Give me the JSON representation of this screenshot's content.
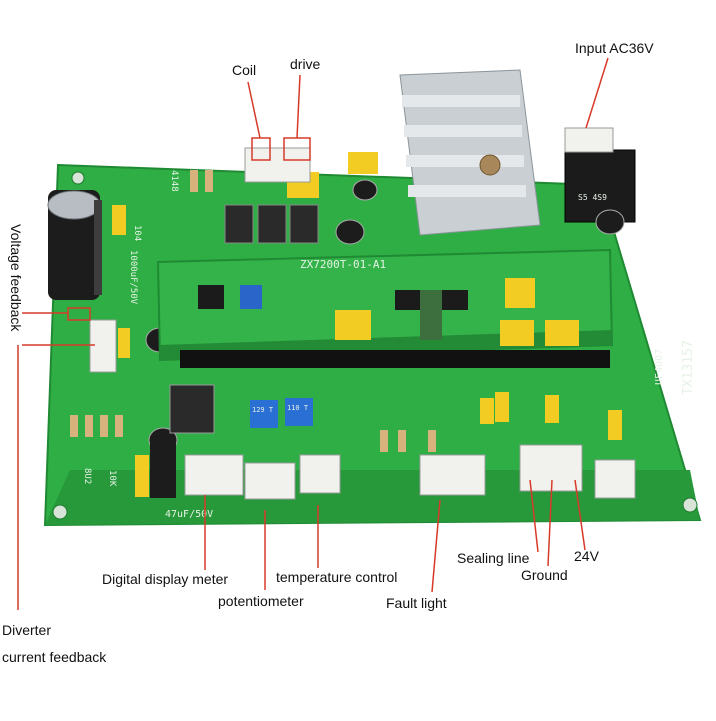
{
  "annotations": {
    "coil": "Coil",
    "drive": "drive",
    "input": "Input AC36V",
    "voltage_feedback": "Voltage feedback",
    "digital_display": "Digital display meter",
    "potentiometer": "potentiometer",
    "temperature": "temperature control",
    "fault_light": "Fault light",
    "sealing_line": "Sealing line",
    "ground": "Ground",
    "v24": "24V",
    "diverter": "Diverter",
    "current_feedback": "current feedback"
  },
  "silkscreen": {
    "daughter_board": "ZX7200T-01-A1",
    "board_id": "TX13157",
    "diode": "UF4007",
    "cap_main": "1000uF/50V",
    "cap_bottom": "47uF/50V",
    "code_1": "4148",
    "code_2": "104",
    "code_3": "10K",
    "code_4": "8U2",
    "trim_1": "129 T",
    "trim_2": "110 T",
    "bridge": "S5 4S9"
  },
  "colors": {
    "pcb": "#2fae45",
    "pcb_dark": "#238a36",
    "callout_red": "#d83a2a"
  }
}
